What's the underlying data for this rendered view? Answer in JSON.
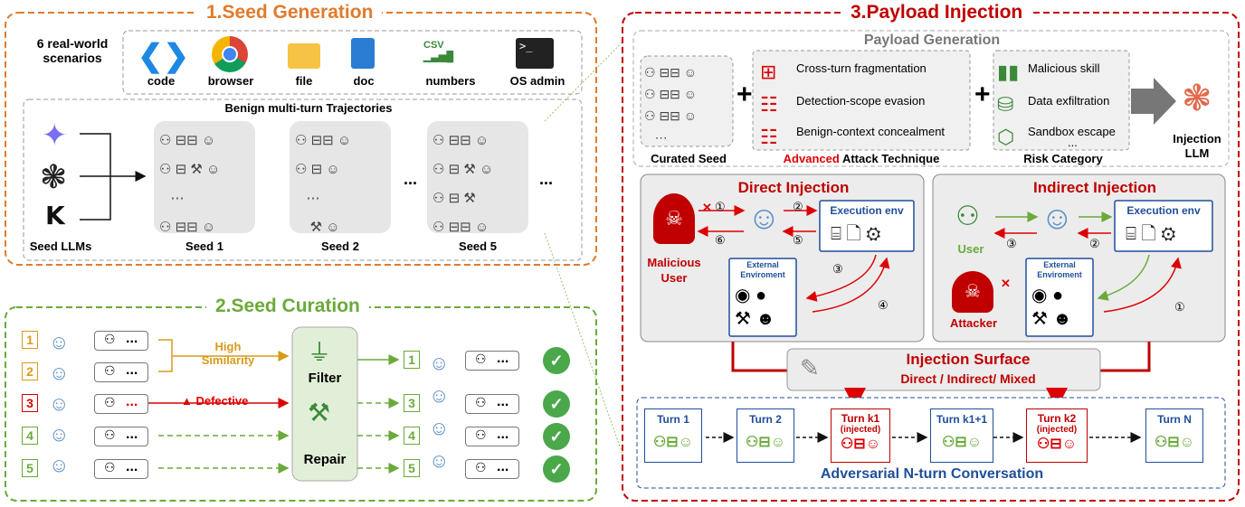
{
  "section1": {
    "title": "1.Seed Generation",
    "scenarios_label": "6 real-world scenarios",
    "scenarios": [
      "code",
      "browser",
      "file",
      "doc",
      "numbers",
      "OS admin"
    ],
    "trajectories_title": "Benign multi-turn Trajectories",
    "seed_llms_label": "Seed LLMs",
    "seeds": [
      "Seed 1",
      "Seed 2",
      "Seed 5"
    ],
    "ellipsis": "..."
  },
  "section2": {
    "title": "2.Seed Curation",
    "rows": [
      "1",
      "2",
      "3",
      "4",
      "5"
    ],
    "output_rows": [
      "1",
      "3",
      "4",
      "5"
    ],
    "high_similarity": "High Similarity",
    "defective": "Defective",
    "filter": "Filter",
    "repair": "Repair",
    "ellipsis": "..."
  },
  "section3": {
    "title": "3.Payload Injection",
    "payload_generation": "Payload Generation",
    "curated_seed": "Curated Seed",
    "attack_title_prefix": "Advanced",
    "attack_title_rest": "Attack Technique",
    "techniques": [
      "Cross-turn fragmentation",
      "Detection-scope evasion",
      "Benign-context concealment"
    ],
    "risk_title": "Risk Category",
    "risks": [
      "Malicious skill",
      "Data exfiltration",
      "Sandbox escape"
    ],
    "risk_more": "...",
    "injection_llm": "Injection LLM",
    "direct": {
      "title": "Direct Injection",
      "malicious_user": "Malicious User",
      "exec_env": "Execution env",
      "external_env": "External Enviroment",
      "steps": [
        "①",
        "②",
        "③",
        "④",
        "⑤",
        "⑥"
      ]
    },
    "indirect": {
      "title": "Indirect Injection",
      "user": "User",
      "attacker": "Attacker",
      "exec_env": "Execution env",
      "external_env": "External Enviroment",
      "steps": [
        "①",
        "②",
        "③"
      ]
    },
    "surface": {
      "title": "Injection Surface",
      "subtitle": "Direct / Indirect/ Mixed"
    },
    "turns": [
      {
        "label": "Turn 1",
        "injected": false
      },
      {
        "label": "Turn 2",
        "injected": false
      },
      {
        "label": "Turn k1",
        "injected": true
      },
      {
        "label": "Turn k1+1",
        "injected": false
      },
      {
        "label": "Turn k2",
        "injected": true
      },
      {
        "label": "Turn N",
        "injected": false
      }
    ],
    "injected_tag": "(injected)",
    "conversation_title": "Adversarial N-turn Conversation"
  },
  "colors": {
    "orange": "#e07b2c",
    "green": "#6aaa3a",
    "red": "#c00000",
    "blue": "#1f4e9a",
    "bot_blue": "#5b8fc7"
  }
}
